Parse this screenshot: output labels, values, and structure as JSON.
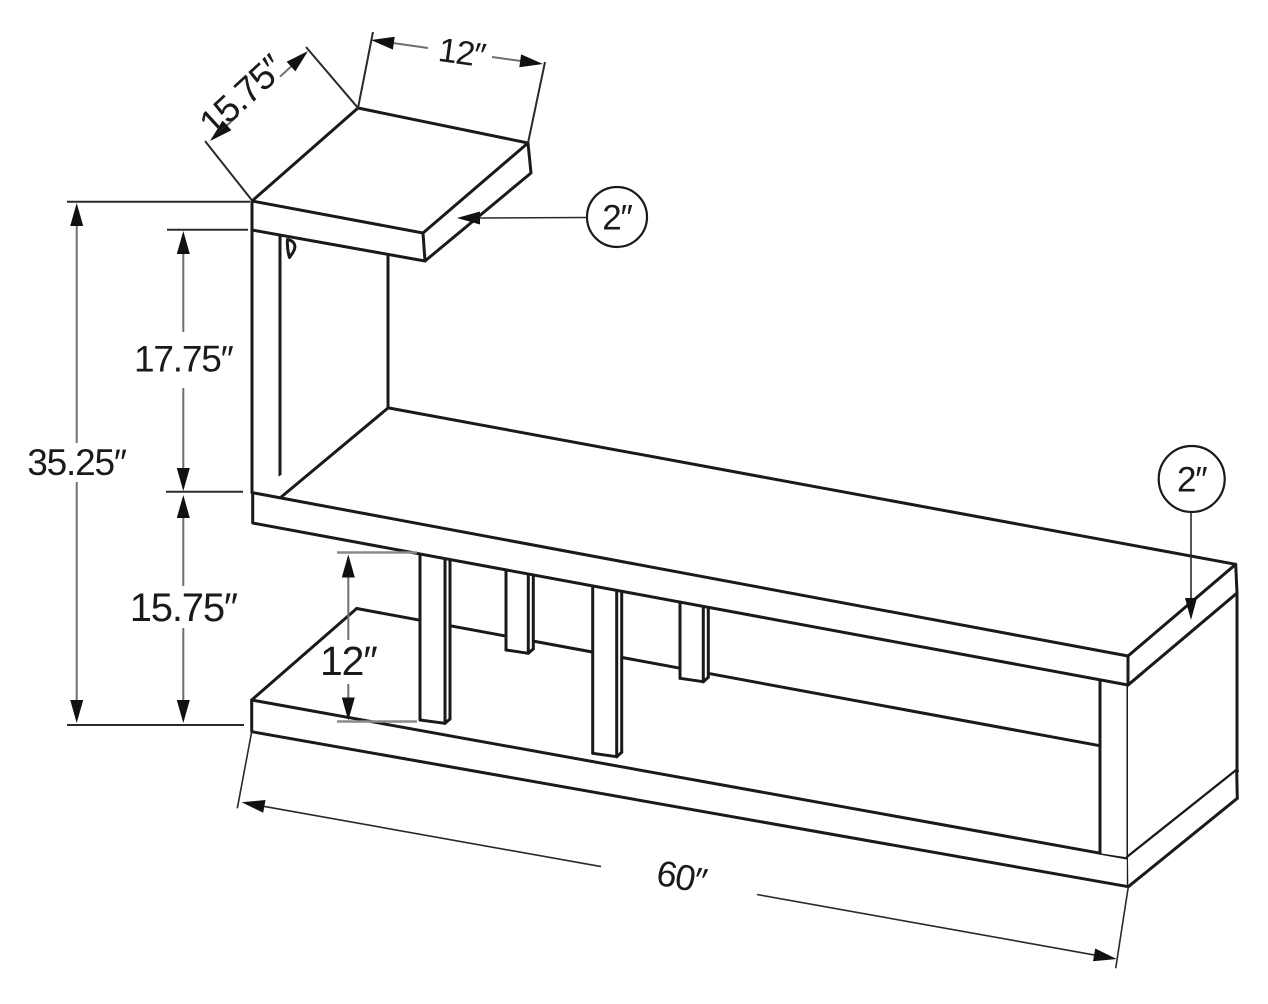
{
  "diagram": {
    "type": "furniture-dimension-drawing",
    "item": "TV console with raised side table top, open shelves and staggered dividers",
    "background": "#ffffff",
    "line_color": "#1a1a1a",
    "dim_line_color": "#6f6f6f",
    "dimensions": {
      "top_width": "12″",
      "top_depth": "15.75″",
      "top_thickness": "2″",
      "upper_gap": "17.75″",
      "total_height": "35.25″",
      "lower_section": "15.75″",
      "shelf_gap": "12″",
      "panel_thickness": "2″",
      "length": "60″"
    }
  }
}
